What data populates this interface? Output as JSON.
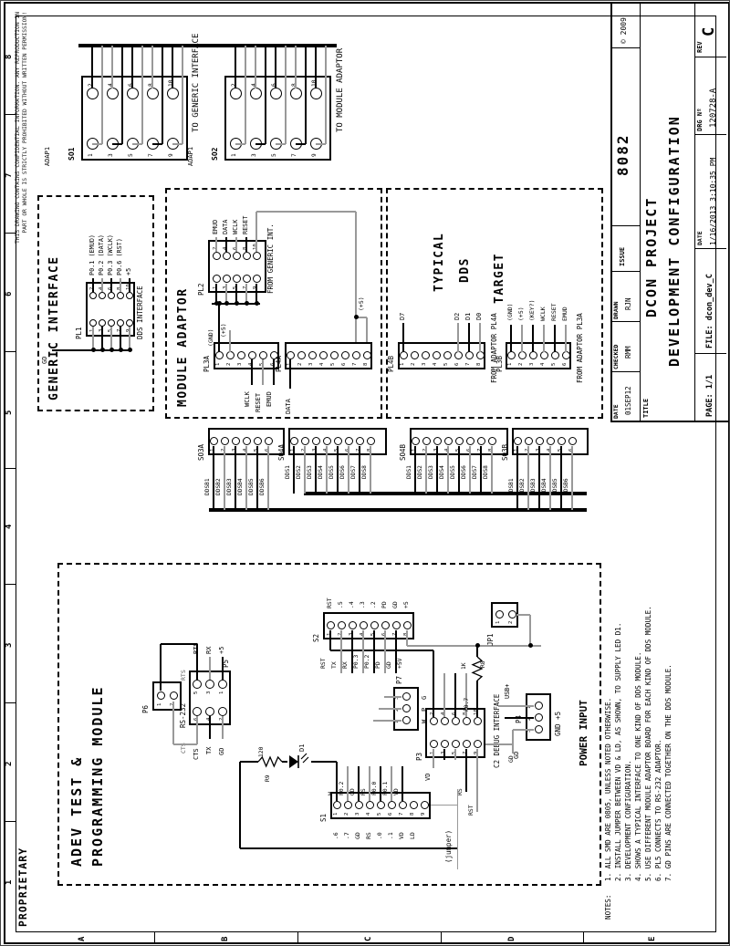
{
  "sheet": {
    "proprietary": "PROPRIETARY",
    "confidential1": "THIS DRAWING CONTAINS CONFIDENTIAL INFORMATION. ANY REPRODUCTION IN",
    "confidential2": "PART OR WHOLE IS STRICTLY PROHIBITED WITHOUT WRITTEN PERMISSION!",
    "grid_numbers": [
      "1",
      "2",
      "3",
      "4",
      "5",
      "6",
      "7",
      "8"
    ],
    "grid_letters": [
      "A",
      "B",
      "C",
      "D",
      "E"
    ]
  },
  "title_block": {
    "date_label": "DATE",
    "date_value": "01SEP12",
    "checked_label": "CHECKED",
    "checked_value": "RMM",
    "drawn_label": "DRAWN",
    "drawn_value": "RJN",
    "issue_label": "ISSUE",
    "part_number": "8082",
    "copyright": "© 2009",
    "title_label": "TITLE",
    "title_line1": "DCON PROJECT",
    "title_line2": "DEVELOPMENT CONFIGURATION",
    "page": "PAGE: 1/1",
    "file": "FILE: dcon_dev_C",
    "date2_label": "DATE",
    "date2_value": "1/16/2013 3:10:35 PM",
    "drg_label": "DRG Nº",
    "drg_value": "120728-A",
    "rev_label": "REV",
    "rev_value": "C"
  },
  "pins": {
    "odd": [
      "1",
      "3",
      "5",
      "7",
      "9"
    ],
    "even": [
      "2",
      "4",
      "6",
      "8",
      "10"
    ],
    "six": [
      "1",
      "2",
      "3",
      "4",
      "5",
      "6"
    ],
    "eight": [
      "1",
      "2",
      "3",
      "4",
      "5",
      "6",
      "7",
      "8"
    ],
    "nine": [
      "1",
      "2",
      "3",
      "4",
      "5",
      "6",
      "7",
      "8",
      "9"
    ],
    "three": [
      "1",
      "2",
      "3"
    ],
    "two": [
      "1",
      "2"
    ],
    "p5_right": [
      "5",
      "3",
      "1"
    ],
    "p5_left": [
      "6",
      "4",
      "2"
    ],
    "p4": [
      "3",
      "2",
      "1"
    ]
  },
  "ribbon_top": {
    "so1": "SO1",
    "so2": "SO2",
    "adap1": "ADAP1",
    "adap2": "ADAP1",
    "caption1": "TO GENERIC INTERFACE",
    "caption2": "TO MODULE ADAPTOR"
  },
  "generic_interface": {
    "title": "GENERIC INTERFACE",
    "pl1": "PL1",
    "caption": "DDS INTERFACE",
    "gd": "GD",
    "signals": [
      "P0.1 (EMUD)",
      "P0.2 (DATA)",
      "P0.3 (WCLK)",
      "P0.6 (RST)",
      "+5"
    ]
  },
  "module_adaptor": {
    "title": "MODULE ADAPTOR",
    "pl2": "PL2",
    "pl2_caption": "FROM GENERIC INT.",
    "pl2_signals": [
      "EMUD",
      "DATA",
      "WCLK",
      "RESET"
    ],
    "pl3a": "PL3A",
    "pl3a_top": [
      "(GND)",
      "(+5)"
    ],
    "pl3a_bottom": [
      "WCLK",
      "RESET",
      "EMUD"
    ],
    "pl4a": "PL4A",
    "pl4a_data": "DATA",
    "plus5": "(+5)"
  },
  "dds_target": {
    "title1": "TYPICAL",
    "title2": "DDS",
    "title3": "TARGET",
    "pl4b": "PL4B",
    "pl4b_caption": "FROM ADAPTOR PL4A",
    "pl4b_signals": [
      "D7",
      "D2",
      "D1",
      "D0"
    ],
    "pl3b": "PL3B",
    "pl3b_caption": "FROM ADAPTOR PL3A",
    "pl3b_signals": [
      "(GND)",
      "(+5)",
      "(KEY?)",
      "WCLK",
      "RESET",
      "EMUD"
    ]
  },
  "ribbon_mid": {
    "so3a": "SO3A",
    "so4a": "SO4A",
    "so4b": "SO4B",
    "so3b": "SO3B",
    "ddsb": [
      "DDSB1",
      "DDSB2",
      "DDSB3",
      "DDSB4",
      "DDSB5",
      "DDSB6"
    ],
    "dds": [
      "DDS1",
      "DDS2",
      "DDS3",
      "DDS4",
      "DDS5",
      "DDS6",
      "DDS7",
      "DDS8"
    ]
  },
  "adev": {
    "title1": "ADEV TEST &",
    "title2": "PROGRAMMING MODULE",
    "p6": "P6",
    "p5": "P5",
    "rs232": "RS-232",
    "p5_right": [
      "RTS",
      "RX",
      "+5"
    ],
    "p5_left": [
      "CTS",
      "TX",
      "GD"
    ],
    "loop_rts": "RTS",
    "loop_cts": "CTS",
    "s2": "S2",
    "s2_right": [
      "RST",
      ".5",
      ".4",
      ".3",
      ".2",
      "PD",
      "GD",
      "+5"
    ],
    "s2_left": [
      "RST",
      "TX",
      "RX",
      "P0.3",
      "P0.2",
      "PD",
      "GD",
      "+5V"
    ],
    "jp1": "JP1",
    "p7": "P7",
    "p7_labels": [
      "W",
      "P",
      "G"
    ],
    "p3": "P3",
    "p3_caption": "C2 DEBUG INTERFACE",
    "p3_vd": "VD",
    "p3_gd": "GD",
    "usb": "USB+",
    "p07": "P0.7",
    "r8": "R8",
    "r8_val": "1K",
    "rs": "RS",
    "rst": "RST",
    "s1": "S1",
    "s1_right": [
      "W",
      "P0.2",
      "GD",
      "RS",
      "P0.0",
      "P0.1",
      "VD"
    ],
    "s1_left": [
      ".6",
      ".7",
      "GD",
      "RS",
      ".0",
      ".1",
      "VD",
      "LD"
    ],
    "jumper": "(jumper)",
    "d1": "D1",
    "r9": "R9",
    "r9_val": "120",
    "p4": "P4",
    "p4_caption": "GND +5",
    "power": "POWER INPUT",
    "p4_gd": "GD"
  },
  "notes": {
    "heading": "NOTES:",
    "items": [
      "1. ALL SMD ARE 0805, UNLESS NOTED OTHERWISE.",
      "2. INSTALL JUMPER BETWEEN VD & LD, AS SHOWN, TO SUPPLY LED D1.",
      "3. DEVELOPMENT CONFIGURATION.",
      "4. SHOWS A TYPICAL INTERFACE TO ONE KIND OF DDS MODULE.",
      "5. USE DIFFERENT MODULE ADAPTOR BOARD FOR EACH KIND OF DDS MODULE.",
      "6. PL5 CONNECTS TO RS-232 ADAPTOR.",
      "7. GD PINS ARE CONNECTED TOGETHER ON THE DDS MODULE."
    ]
  }
}
